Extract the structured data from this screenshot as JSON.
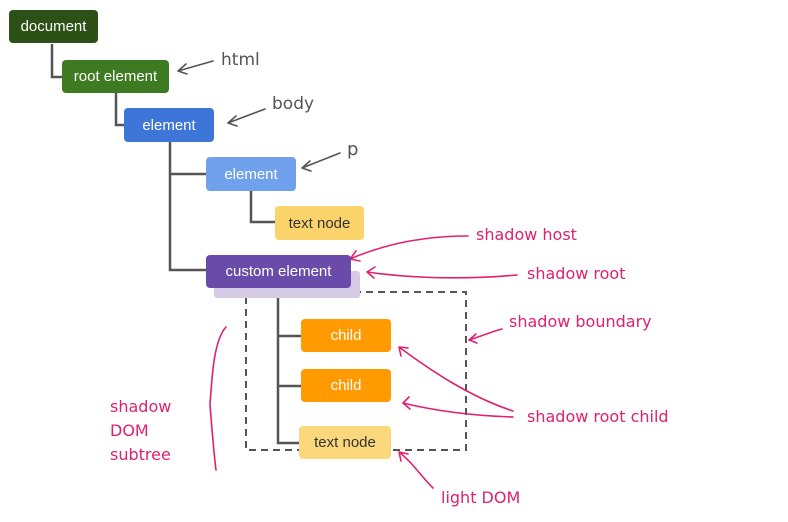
{
  "colors": {
    "document": "#2c5016",
    "root_element": "#3e7a22",
    "element_body": "#3d76d8",
    "element_p": "#6fa1ec",
    "text_node": "#fad46a",
    "custom_element": "#6a4baa",
    "shadow_root": "#d6cbe7",
    "child": "#ff9a00",
    "text_node_light": "#fbd87c",
    "annotation_grey": "#555555",
    "annotation_pink": "#e0216e",
    "connector": "#555555"
  },
  "nodes": {
    "document": "document",
    "root_element": "root element",
    "element_body": "element",
    "element_p": "element",
    "text_node": "text node",
    "custom_element": "custom element",
    "child_1": "child",
    "child_2": "child",
    "text_node_light": "text node"
  },
  "annotations": {
    "html": "html",
    "body": "body",
    "p": "p",
    "shadow_host": "shadow host",
    "shadow_root": "shadow root",
    "shadow_boundary": "shadow boundary",
    "shadow_root_child": "shadow root child",
    "light_dom": "light DOM",
    "shadow_dom_subtree": [
      "shadow",
      "DOM",
      "subtree"
    ]
  }
}
